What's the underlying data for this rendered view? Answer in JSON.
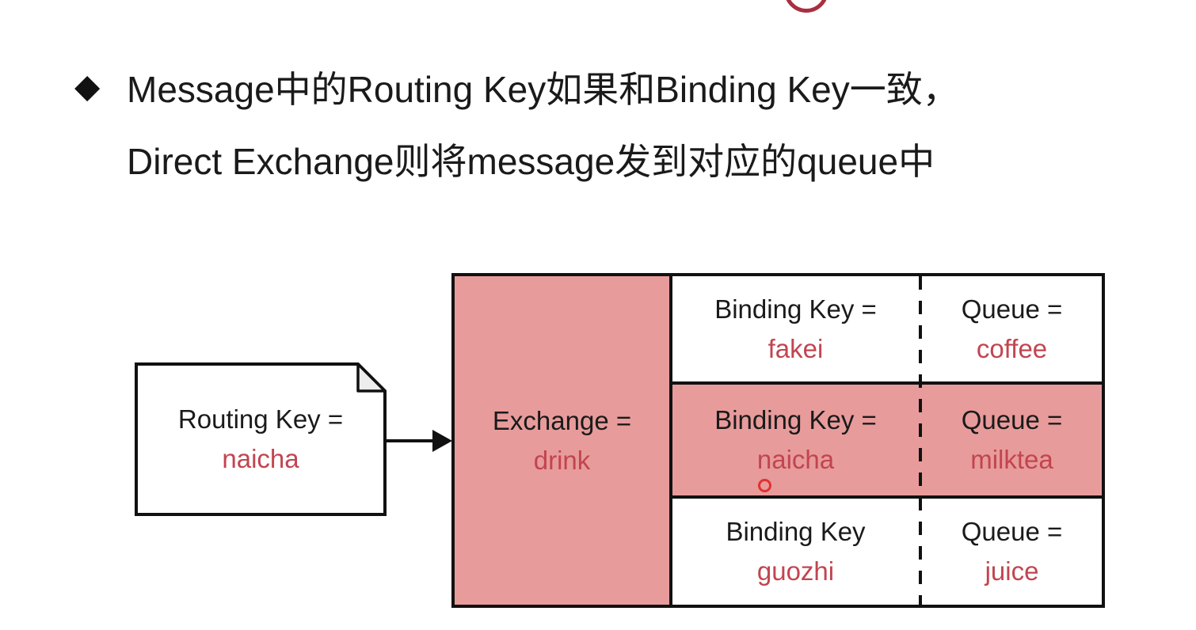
{
  "heading": {
    "bullet": "◆",
    "line1": "Message中的Routing Key如果和Binding Key一致，",
    "line2": "Direct Exchange则将message发到对应的queue中"
  },
  "note": {
    "label": "Routing Key =",
    "value": "naicha"
  },
  "exchange": {
    "label": "Exchange =",
    "value": "drink"
  },
  "rows": [
    {
      "binding_label": "Binding Key =",
      "binding_value": "fakei",
      "queue_label": "Queue =",
      "queue_value": "coffee",
      "highlighted": false
    },
    {
      "binding_label": "Binding Key =",
      "binding_value": "naicha",
      "queue_label": "Queue =",
      "queue_value": "milktea",
      "highlighted": true
    },
    {
      "binding_label": "Binding Key",
      "binding_value": "guozhi",
      "queue_label": "Queue =",
      "queue_value": "juice",
      "highlighted": false
    }
  ],
  "colors": {
    "highlight_pink": "#e89b9b",
    "value_red": "#c14550",
    "text_black": "#1a1a1a",
    "annotation_dot_red": "#e03131",
    "annotation_arc_red": "#a8303f"
  }
}
